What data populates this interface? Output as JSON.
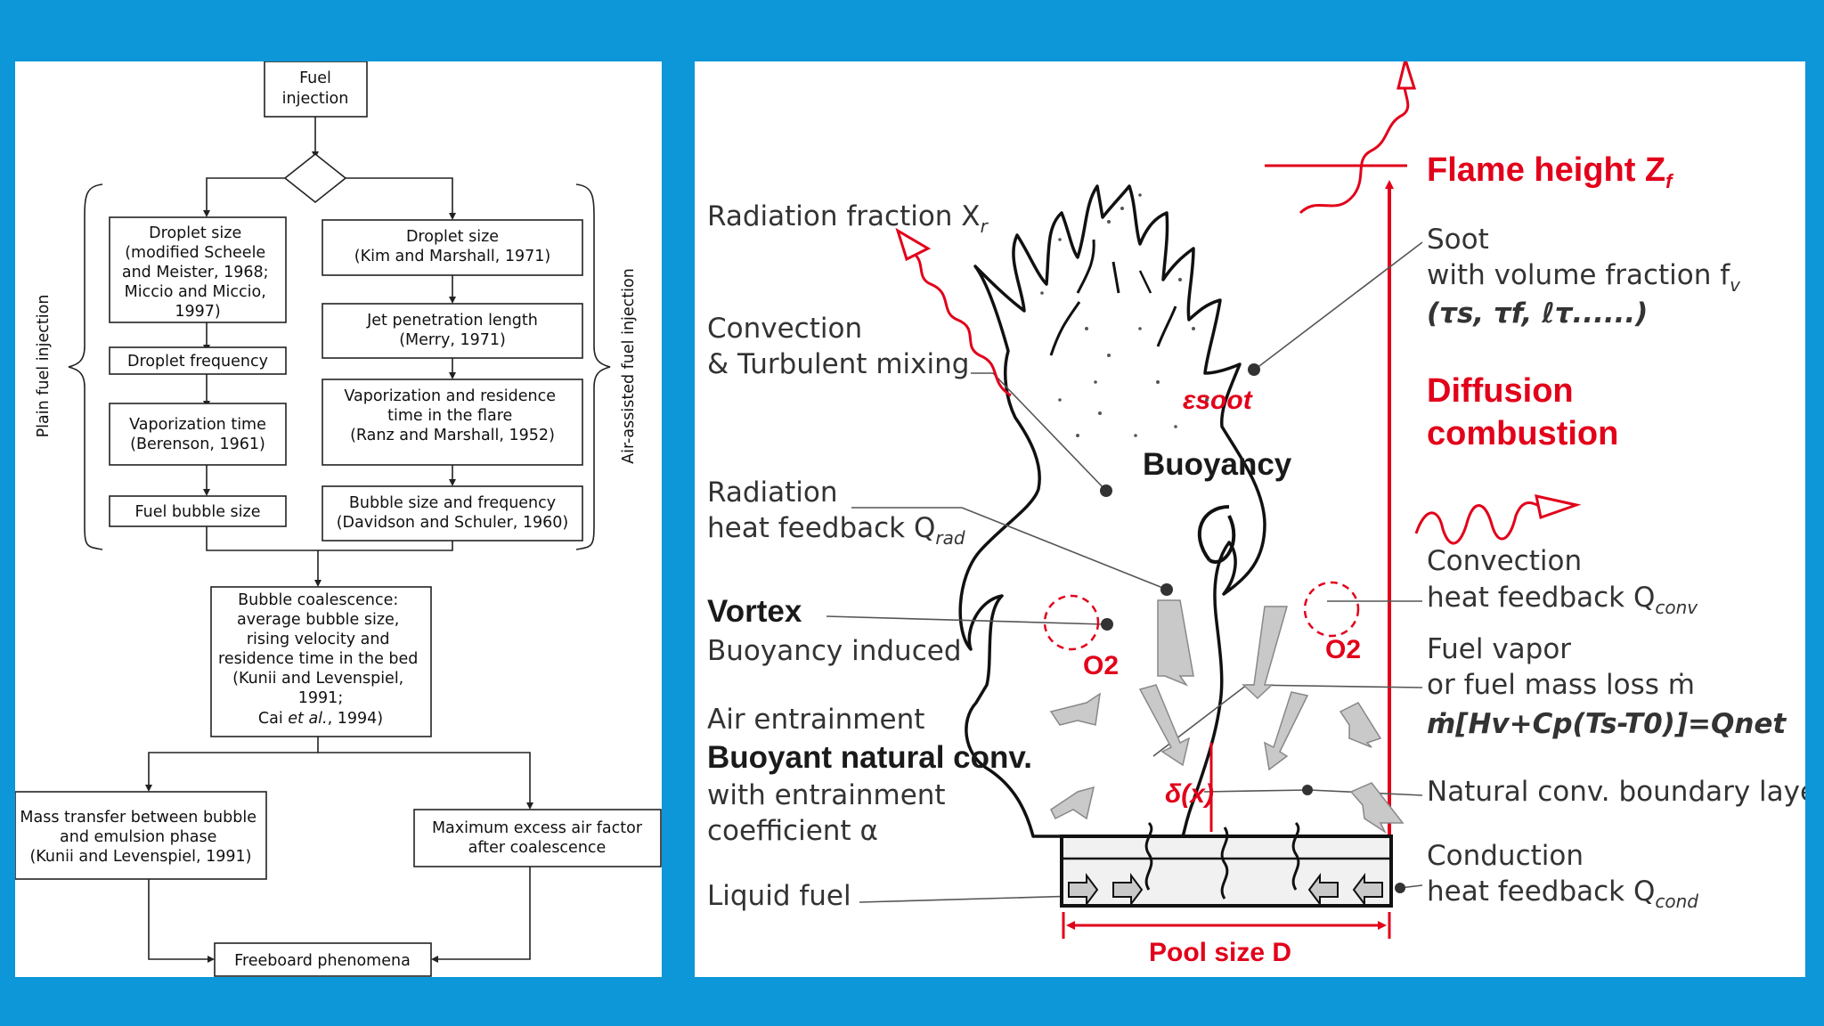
{
  "flowchart": {
    "fuel_injection": [
      "Fuel",
      "injection"
    ],
    "plain_side_label": "Plain fuel injection",
    "air_side_label": "Air-assisted fuel injection",
    "left_boxes": [
      [
        "Droplet size",
        "(modified Scheele",
        "and Meister, 1968;",
        "Miccio and Miccio,",
        "1997)"
      ],
      [
        "Droplet frequency"
      ],
      [
        "Vaporization time",
        "(Berenson, 1961)"
      ],
      [
        "Fuel bubble size"
      ]
    ],
    "right_boxes": [
      [
        "Droplet size",
        "(Kim and Marshall, 1971)"
      ],
      [
        "Jet penetration length",
        "(Merry, 1971)"
      ],
      [
        "Vaporization and residence",
        "time in the flare",
        "(Ranz and Marshall, 1952)"
      ],
      [
        "Bubble size and frequency",
        "(Davidson and Schuler, 1960)"
      ]
    ],
    "coalescence": [
      "Bubble coalescence:",
      "average bubble size,",
      "rising velocity and",
      "residence time in the bed",
      "(Kunii and Levenspiel,",
      "1991;"
    ],
    "coalescence_last": {
      "pre": "Cai ",
      "italic": "et al.",
      "post": ", 1994)"
    },
    "mass_transfer": [
      "Mass transfer between bubble",
      "and emulsion phase",
      "(Kunii and Levenspiel, 1991)"
    ],
    "max_excess": [
      "Maximum excess air factor",
      "after coalescence"
    ],
    "freeboard": "Freeboard phenomena"
  },
  "flame": {
    "radiation_fraction": "Radiation fraction X",
    "radiation_fraction_sub": "r",
    "convection": [
      "Convection",
      "& Turbulent mixing"
    ],
    "radiation_feedback": [
      "Radiation",
      "heat feedback Q"
    ],
    "radiation_feedback_sub": "rad",
    "vortex": "Vortex",
    "vortex_sub": "Buoyancy induced",
    "air_entrainment": "Air entrainment",
    "buoyant_natural": "Buoyant natural conv.",
    "entrainment_coef": [
      "with entrainment",
      "coefficient α"
    ],
    "liquid_fuel": "Liquid fuel",
    "flame_height": "Flame height Z",
    "flame_height_sub": "f",
    "soot": "Soot",
    "soot_volume": "with volume fraction f",
    "soot_volume_sub": "v",
    "soot_params": "(τs, τf, ℓτ......)",
    "diffusion": [
      "Diffusion",
      "combustion"
    ],
    "convection_feedback": [
      "Convection",
      "heat feedback Q"
    ],
    "convection_feedback_sub": "conv",
    "fuel_vapor": [
      "Fuel vapor",
      "or fuel mass loss ṁ"
    ],
    "energy_balance": "ṁ[Hv+Cp(Ts-T0)]=Qnet",
    "natural_boundary": "Natural conv. boundary layer",
    "conduction": [
      "Conduction",
      "heat feedback Q"
    ],
    "conduction_sub": "cond",
    "pool_size": "Pool size D",
    "buoyancy": "Buoyancy",
    "esoot": "εsoot",
    "o2": "O2",
    "delta": "δ(x)"
  },
  "colors": {
    "frame": "#0d96d8",
    "accent_red": "#e2001a",
    "text_gray": "#333333"
  }
}
